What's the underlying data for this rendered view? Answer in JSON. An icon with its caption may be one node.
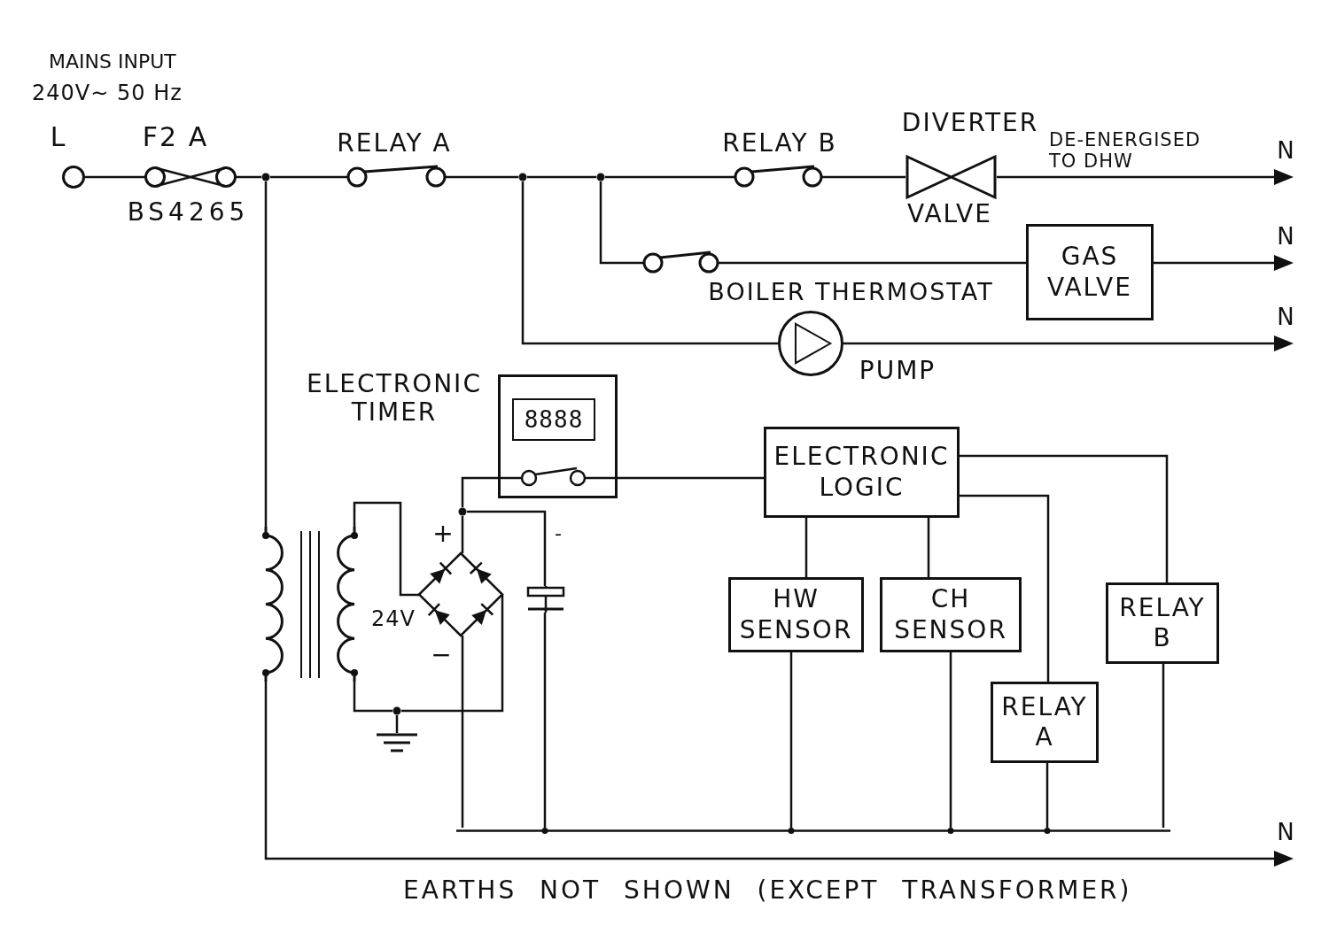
{
  "diagram": {
    "caption": "EARTHS NOT SHOWN (EXCEPT TRANSFORMER)",
    "nodes": [
      {
        "text": [],
        "shape": "circle",
        "beside": [
          "L"
        ]
      },
      {
        "text": [],
        "shape": "fuse",
        "beside": [
          "F2 A",
          "BS4265"
        ]
      },
      {
        "text": [],
        "shape": "dot"
      },
      {
        "text": [],
        "shape": "switch",
        "beside": [
          "RELAY A"
        ]
      },
      {
        "text": [],
        "shape": "dot"
      },
      {
        "text": [],
        "shape": "dot"
      },
      {
        "text": [],
        "shape": "switch",
        "beside": [
          "RELAY B"
        ]
      },
      {
        "text": [],
        "shape": "valve",
        "beside": [
          "DIVERTER",
          "VALVE"
        ]
      },
      {
        "text": [
          "N"
        ]
      },
      {
        "text": [],
        "shape": "switch",
        "beside": [
          "BOILER THERMOSTAT"
        ]
      },
      {
        "text": [
          "GAS VALVE"
        ]
      },
      {
        "text": [
          "N"
        ]
      },
      {
        "text": [],
        "shape": "circle",
        "beside": [
          "PUMP"
        ]
      },
      {
        "text": [
          "N"
        ]
      },
      {
        "text": [
          "8888"
        ],
        "beside": [
          "ELECTRONIC TIMER"
        ]
      },
      {
        "text": [
          "ELECTRONIC LOGIC"
        ]
      },
      {
        "text": [],
        "shape": "dot"
      },
      {
        "text": [],
        "shape": "transformer",
        "beside": [
          "24V"
        ]
      },
      {
        "text": [],
        "shape": "diamond",
        "beside": [
          "+",
          "−"
        ]
      },
      {
        "text": [],
        "shape": "capacitor",
        "beside": [
          "-"
        ]
      },
      {
        "text": [
          "HW SENSOR"
        ]
      },
      {
        "text": [
          "CH SENSOR"
        ]
      },
      {
        "text": [
          "RELAY B"
        ]
      },
      {
        "text": [],
        "shape": "dot"
      },
      {
        "text": [],
        "shape": "earth"
      },
      {
        "text": [
          "RELAY A"
        ]
      },
      {
        "text": [],
        "shape": "bar"
      },
      {
        "text": [
          "N"
        ]
      }
    ],
    "edges": [
      {
        "from": 0,
        "to": 1,
        "arrow": "none"
      },
      {
        "from": 1,
        "to": 2,
        "arrow": "none"
      },
      {
        "from": 2,
        "to": 3,
        "arrow": "none"
      },
      {
        "from": 3,
        "to": 4,
        "arrow": "none"
      },
      {
        "from": 4,
        "to": 5,
        "arrow": "none"
      },
      {
        "from": 5,
        "to": 6,
        "arrow": "none"
      },
      {
        "from": 6,
        "to": 7,
        "arrow": "none"
      },
      {
        "from": 7,
        "to": 8,
        "arrow": "to"
      },
      {
        "from": 5,
        "to": 9,
        "arrow": "none"
      },
      {
        "from": 9,
        "to": 10,
        "arrow": "none"
      },
      {
        "from": 10,
        "to": 11,
        "arrow": "to"
      },
      {
        "from": 4,
        "to": 12,
        "arrow": "none"
      },
      {
        "from": 12,
        "to": 13,
        "arrow": "to"
      },
      {
        "from": 2,
        "to": 17,
        "arrow": "none"
      },
      {
        "from": 17,
        "to": 27,
        "arrow": "to"
      },
      {
        "from": 14,
        "to": 15,
        "arrow": "none"
      },
      {
        "from": 15,
        "to": 22,
        "arrow": "none"
      },
      {
        "from": 15,
        "to": 25,
        "arrow": "none"
      },
      {
        "from": 15,
        "to": 20,
        "arrow": "none"
      },
      {
        "from": 15,
        "to": 21,
        "arrow": "none"
      },
      {
        "from": 17,
        "to": 18,
        "arrow": "none"
      },
      {
        "from": 17,
        "to": 23,
        "arrow": "none"
      },
      {
        "from": 23,
        "to": 18,
        "arrow": "none"
      },
      {
        "from": 23,
        "to": 24,
        "arrow": "none"
      },
      {
        "from": 18,
        "to": 16,
        "arrow": "none"
      },
      {
        "from": 16,
        "to": 14,
        "arrow": "none"
      },
      {
        "from": 16,
        "to": 19,
        "arrow": "none"
      },
      {
        "from": 19,
        "to": 26,
        "arrow": "none"
      },
      {
        "from": 18,
        "to": 26,
        "arrow": "none"
      },
      {
        "from": 20,
        "to": 26,
        "arrow": "none"
      },
      {
        "from": 21,
        "to": 26,
        "arrow": "none"
      },
      {
        "from": 25,
        "to": 26,
        "arrow": "none"
      },
      {
        "from": 22,
        "to": 26,
        "arrow": "none"
      }
    ],
    "labels": [
      "MAINS INPUT",
      "240V∼ 50 Hz",
      "DE-ENERGISED TO DHW"
    ]
  }
}
